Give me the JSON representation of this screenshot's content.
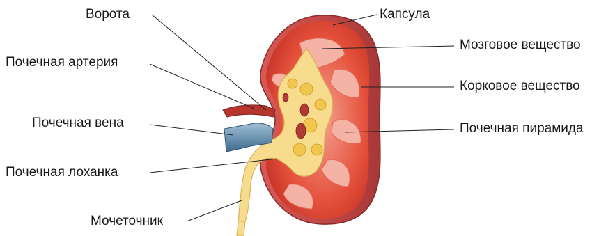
{
  "labels": {
    "vorota": "Ворота",
    "arteria": "Почечная артерия",
    "vena": "Почечная вена",
    "lohanka": "Почечная лоханка",
    "mocheto": "Мочеточник",
    "kapsula": "Капсула",
    "mozgovoe": "Мозговое вещество",
    "korkovoe": "Корковое вещество",
    "piramida": "Почечная пирамида"
  },
  "colors": {
    "cortex": "#e0432f",
    "medulla": "#f08a7a",
    "capsule": "#c84a4a",
    "pelvis": "#f6d98a",
    "vein": "#5a86a8",
    "artery": "#b8352e",
    "leader": "#222222"
  }
}
